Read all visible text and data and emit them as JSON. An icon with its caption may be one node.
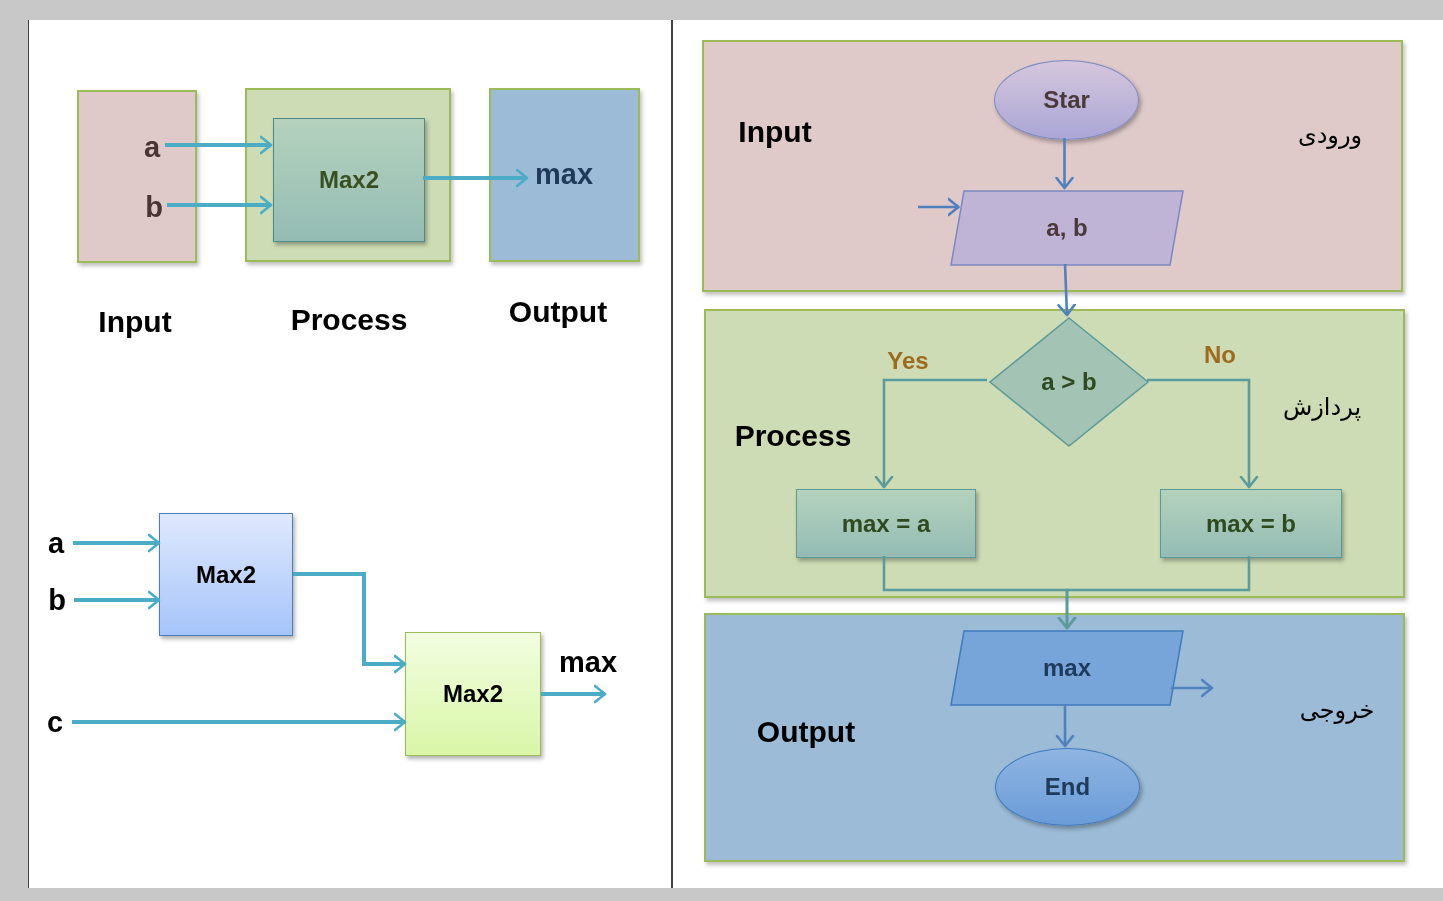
{
  "diagram": {
    "nodes": [
      {
        "text": [
          "Input"
        ]
      },
      {
        "text": [
          "a"
        ],
        "in": 0
      },
      {
        "text": [
          "b"
        ],
        "in": 0
      },
      {
        "text": [
          "Process"
        ]
      },
      {
        "text": [
          "Max2"
        ],
        "in": 3
      },
      {
        "text": [
          "Output"
        ]
      },
      {
        "text": [
          "max"
        ],
        "in": 5
      },
      {
        "text": [
          "a"
        ]
      },
      {
        "text": [
          "b"
        ]
      },
      {
        "text": [
          "Max2"
        ]
      },
      {
        "text": [
          "c"
        ]
      },
      {
        "text": [
          "Max2"
        ]
      },
      {
        "text": [
          "Input",
          "ورودی"
        ]
      },
      {
        "text": [
          "Star"
        ],
        "in": 12
      },
      {
        "text": [
          "a, b"
        ],
        "in": 12
      },
      {
        "text": [
          "Process",
          "پردازش"
        ]
      },
      {
        "text": [
          "a > b"
        ],
        "in": 15
      },
      {
        "text": [
          "max = a"
        ],
        "in": 15
      },
      {
        "text": [
          "max = b"
        ],
        "in": 15
      },
      {
        "text": [
          "Output",
          "خروجی"
        ]
      },
      {
        "text": [
          "max"
        ],
        "in": 19
      },
      {
        "text": [
          "End"
        ],
        "in": 19
      }
    ],
    "edges": [
      {
        "from": 1,
        "to": 4,
        "arrow": "to"
      },
      {
        "from": 2,
        "to": 4,
        "arrow": "to"
      },
      {
        "from": 4,
        "to": 6,
        "arrow": "to"
      },
      {
        "from": 7,
        "to": 9,
        "arrow": "to"
      },
      {
        "from": 8,
        "to": 9,
        "arrow": "to"
      },
      {
        "from": 9,
        "to": 11,
        "arrow": "to"
      },
      {
        "from": 10,
        "to": 11,
        "arrow": "to"
      },
      {
        "from": 11,
        "to": null,
        "arrow": "to",
        "label": "max"
      },
      {
        "from": 13,
        "to": 14,
        "arrow": "to",
        "color": "#4f81bd"
      },
      {
        "from": null,
        "to": 14,
        "arrow": "to",
        "color": "#4f81bd"
      },
      {
        "from": 14,
        "to": 16,
        "arrow": "to",
        "color": "#4f81bd"
      },
      {
        "from": 16,
        "to": 17,
        "arrow": "to",
        "label": "Yes",
        "color": "#5b9b9b"
      },
      {
        "from": 16,
        "to": 18,
        "arrow": "to",
        "label": "No",
        "color": "#5b9b9b"
      },
      {
        "from": 17,
        "to": 20,
        "arrow": "to",
        "color": "#5b9b9b"
      },
      {
        "from": 18,
        "to": 20,
        "arrow": "to",
        "color": "#5b9b9b"
      },
      {
        "from": 20,
        "to": null,
        "arrow": "to",
        "color": "#4f81bd"
      },
      {
        "from": 20,
        "to": 21,
        "arrow": "to",
        "color": "#4f81bd"
      }
    ]
  }
}
